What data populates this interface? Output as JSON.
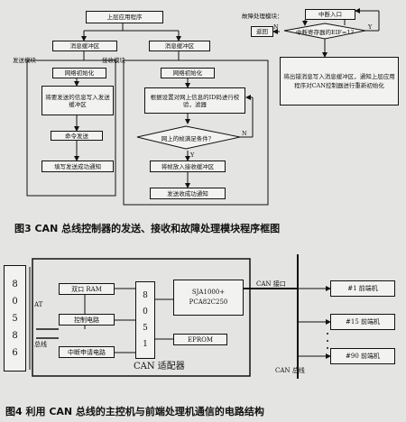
{
  "fig3": {
    "upper_app": "上层应用程序",
    "send_buffer": "消息缓冲区",
    "recv_buffer": "消息缓冲区",
    "send_label": "发送模块",
    "recv_label": "接收模块",
    "net_init_send": "网络初始化",
    "load_info": "将要发送的信息写入发送缓冲区",
    "cmd_send": "命令发送",
    "fill_notice": "填写发送成功通知",
    "net_init_recv": "网络初始化",
    "filter_id": "根据设置对网上信息的ID码进行校验，滤器",
    "cond": "网上的帧满足条件？",
    "yes": "Y",
    "no": "N",
    "put_recv": "将帧放入接收缓冲区",
    "recv_notice": "发送收成功通知",
    "fault_label": "故障处理模块：",
    "interrupt_entry": "中断入口",
    "return": "返回",
    "err_cond": "中断寄存器的EIF=1?",
    "fault_yes": "Y",
    "fault_no": "N",
    "fault_action": "将出错消息写入消息缓冲区，通知上层应用程序对CAN控制器进行重新初始化",
    "caption": "图3  CAN 总线控制器的发送、接收和故障处理模块程序框图"
  },
  "fig4": {
    "bus_digits": [
      "8",
      "0",
      "5",
      "8",
      "6"
    ],
    "at_label": "AT",
    "bus_label": "总线",
    "dual_ram": "双口 RAM",
    "control": "控制电路",
    "interrupt_req": "中断申请电路",
    "mcu_digits": [
      "8",
      "0",
      "5",
      "1"
    ],
    "sja": "SJA1000+",
    "pca": "PCA82C250",
    "eprom": "EPROM",
    "can_port": "CAN 接口",
    "adapter": "CAN 适配器",
    "can_bus": "CAN 总线",
    "node1": "#1 前端机",
    "node15": "#15 前端机",
    "node90": "#90 前端机",
    "caption": "图4  利用 CAN 总线的主控机与前端处理机通信的电路结构"
  }
}
